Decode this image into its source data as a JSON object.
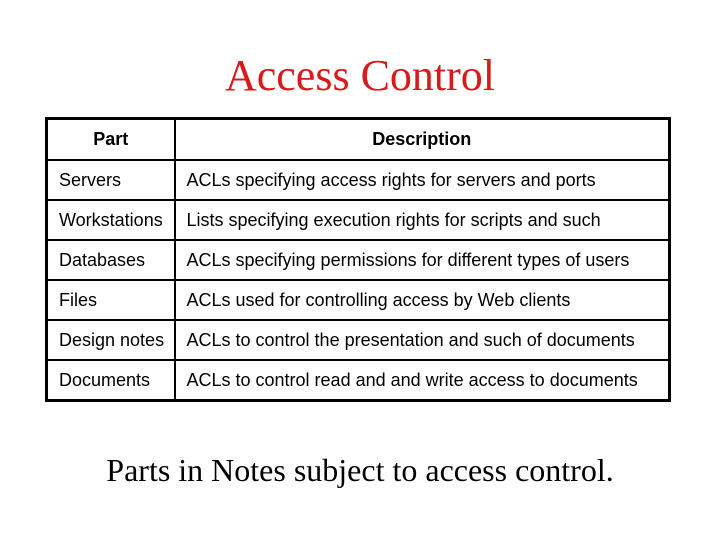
{
  "slide": {
    "title": "Access Control",
    "title_color": "#d91a1a",
    "caption": "Parts in Notes subject to access control."
  },
  "table": {
    "columns": [
      "Part",
      "Description"
    ],
    "rows": [
      {
        "part": "Servers",
        "description": "ACLs specifying access rights for servers and ports"
      },
      {
        "part": "Workstations",
        "description": "Lists specifying execution rights for scripts and such"
      },
      {
        "part": "Databases",
        "description": "ACLs specifying permissions for different types of users"
      },
      {
        "part": "Files",
        "description": "ACLs used for controlling access by Web clients"
      },
      {
        "part": "Design notes",
        "description": "ACLs to control the presentation and such of documents"
      },
      {
        "part": "Documents",
        "description": "ACLs to control read and and write access to documents"
      }
    ]
  }
}
